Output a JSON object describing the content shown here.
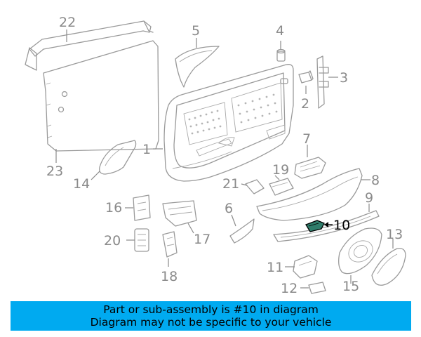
{
  "callouts": {
    "c1": "1",
    "c2": "2",
    "c3": "3",
    "c4": "4",
    "c5": "5",
    "c6": "6",
    "c7": "7",
    "c8": "8",
    "c9": "9",
    "c10": "10",
    "c11": "11",
    "c12": "12",
    "c13": "13",
    "c14": "14",
    "c15": "15",
    "c16": "16",
    "c17": "17",
    "c18": "18",
    "c19": "19",
    "c20": "20",
    "c21": "21",
    "c22": "22",
    "c23": "23"
  },
  "highlighted_part": "10",
  "colors": {
    "banner": "#00aaf0",
    "part_line": "#9a9a9a",
    "highlight": "#000000",
    "highlight_part": "#2f7d6b"
  },
  "banner": {
    "line1": "Part or sub-assembly is #10 in diagram",
    "line2": "Diagram may not be specific to your vehicle"
  }
}
